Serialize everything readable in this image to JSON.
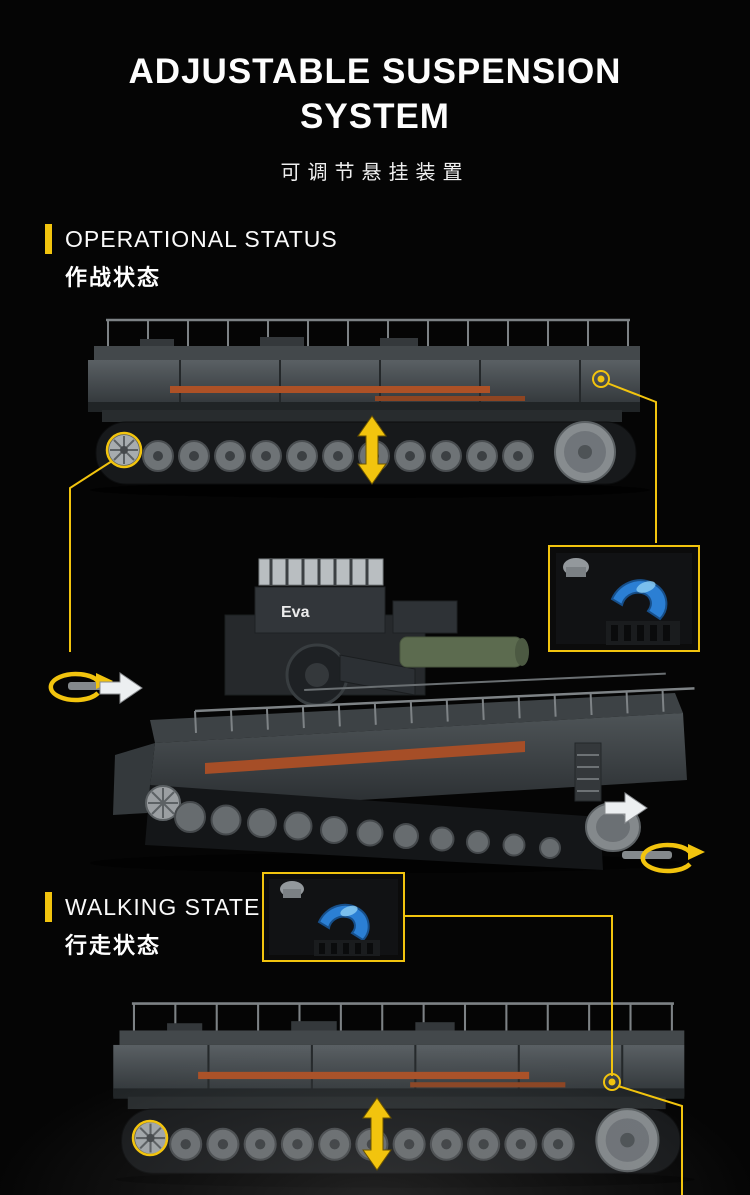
{
  "page": {
    "background_color": "#050505",
    "accent_color": "#f2c40e"
  },
  "header": {
    "title_line1": "ADJUSTABLE SUSPENSION",
    "title_line2": "SYSTEM",
    "subtitle": "可调节悬挂装置"
  },
  "sections": {
    "operational": {
      "label": "OPERATIONAL STATUS",
      "label_cn": "作战状态"
    },
    "walking": {
      "label": "WALKING STATE",
      "label_cn": "行走状态"
    }
  },
  "model": {
    "name_label": "Eva"
  },
  "annotations": {
    "accent_color": "#f2c40e",
    "icons": {
      "wheel_highlight": "wheel-highlight-ring",
      "travel_arrow": "vertical-double-arrow",
      "rotation": "rotation-arrow",
      "push": "push-arrow",
      "callout_dot": "callout-dot"
    }
  }
}
